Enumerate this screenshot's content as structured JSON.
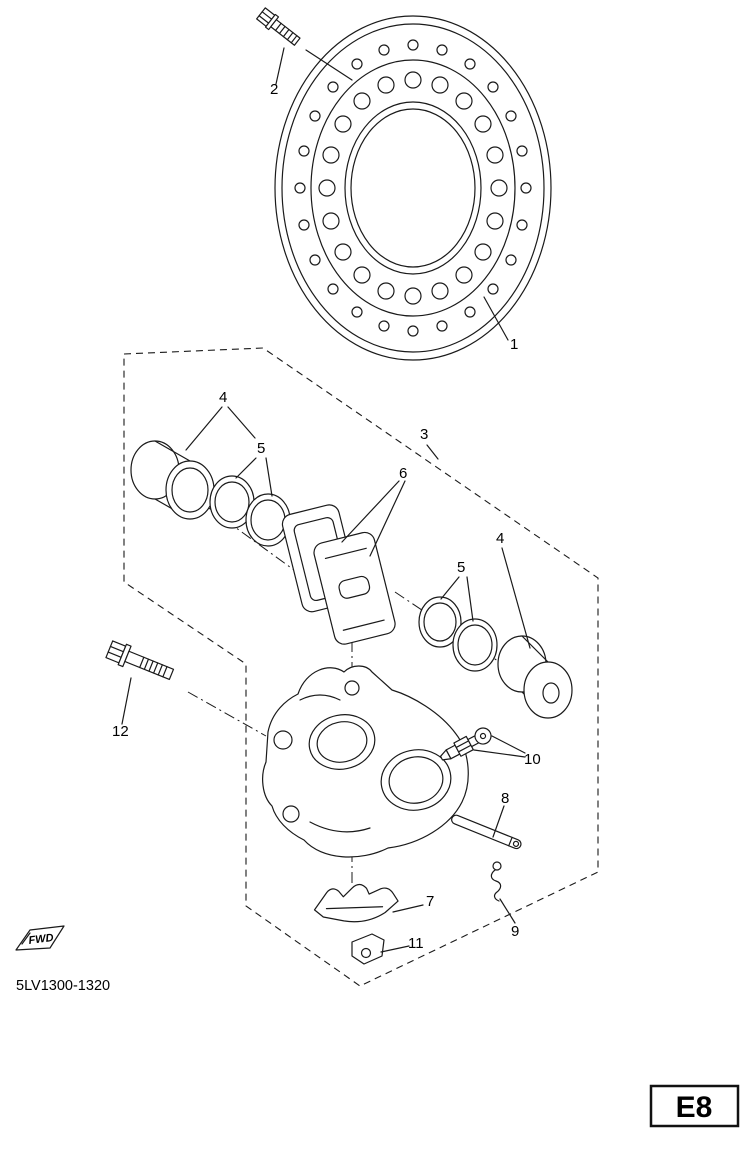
{
  "diagram": {
    "drawing_number": "5LV1300-1320",
    "page_code": "E8",
    "direction_marker": "FWD"
  },
  "callouts": [
    {
      "label": "1"
    },
    {
      "label": "2"
    },
    {
      "label": "3"
    },
    {
      "label": "4"
    },
    {
      "label": "5"
    },
    {
      "label": "6"
    },
    {
      "label": "4"
    },
    {
      "label": "5"
    },
    {
      "label": "7"
    },
    {
      "label": "8"
    },
    {
      "label": "9"
    },
    {
      "label": "10"
    },
    {
      "label": "11"
    },
    {
      "label": "12"
    }
  ]
}
